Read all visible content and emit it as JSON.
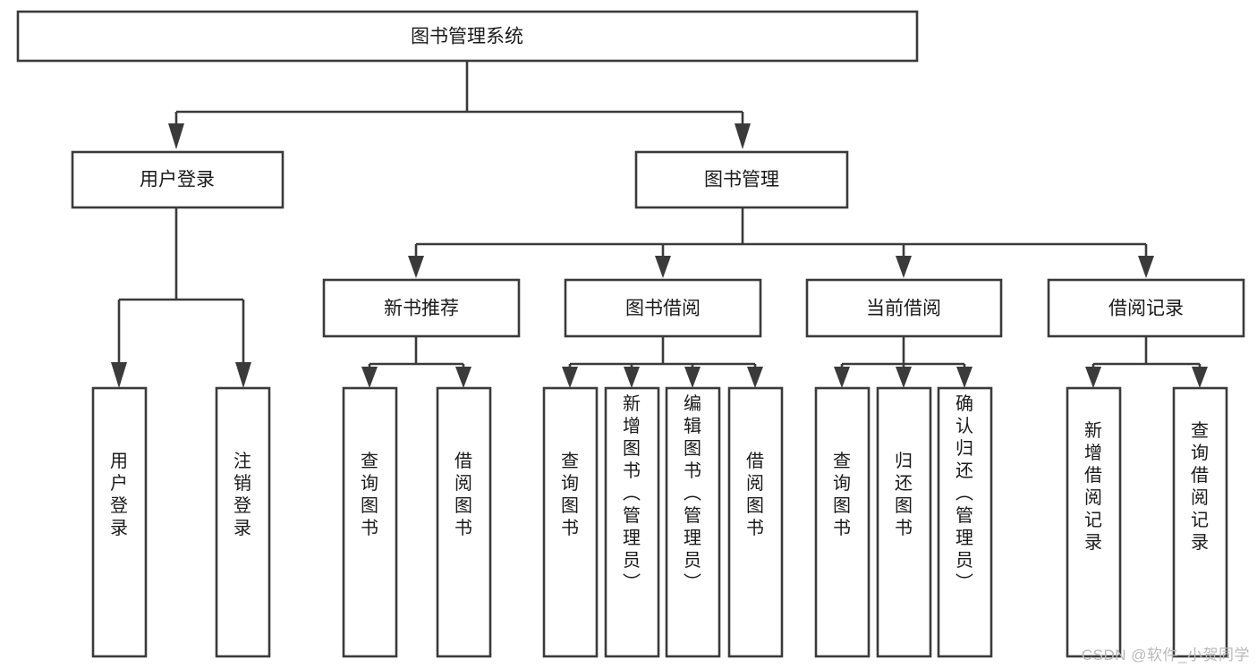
{
  "diagram": {
    "type": "tree",
    "title": "图书管理系统",
    "watermark": "CSDN @软件_小贺同学",
    "colors": {
      "stroke": "#3a3a3a",
      "fill": "#ffffff",
      "text": "#1a1a1a",
      "watermark": "#b9b9b9",
      "background": "#ffffff"
    },
    "levels": {
      "root": "图书管理系统",
      "level2": [
        "用户登录",
        "图书管理"
      ],
      "level3": [
        "新书推荐",
        "图书借阅",
        "当前借阅",
        "借阅记录"
      ]
    },
    "nodes": {
      "root": {
        "label": "图书管理系统",
        "orientation": "horizontal"
      },
      "user_login": {
        "label": "用户登录",
        "orientation": "horizontal"
      },
      "book_mgmt": {
        "label": "图书管理",
        "orientation": "horizontal"
      },
      "new_book_rec": {
        "label": "新书推荐",
        "orientation": "horizontal"
      },
      "book_borrow": {
        "label": "图书借阅",
        "orientation": "horizontal"
      },
      "current_borrow": {
        "label": "当前借阅",
        "orientation": "horizontal"
      },
      "borrow_record": {
        "label": "借阅记录",
        "orientation": "horizontal"
      },
      "leaf_user_login": {
        "label": "用户登录",
        "orientation": "vertical"
      },
      "leaf_logout": {
        "label": "注销登录",
        "orientation": "vertical"
      },
      "leaf_query_book_1": {
        "label": "查询图书",
        "orientation": "vertical"
      },
      "leaf_borrow_book_1": {
        "label": "借阅图书",
        "orientation": "vertical"
      },
      "leaf_query_book_2": {
        "label": "查询图书",
        "orientation": "vertical"
      },
      "leaf_add_book": {
        "label": "新增图书（管理员）",
        "orientation": "vertical"
      },
      "leaf_edit_book": {
        "label": "编辑图书（管理员）",
        "orientation": "vertical"
      },
      "leaf_borrow_book_2": {
        "label": "借阅图书",
        "orientation": "vertical"
      },
      "leaf_query_book_3": {
        "label": "查询图书",
        "orientation": "vertical"
      },
      "leaf_return_book": {
        "label": "归还图书",
        "orientation": "vertical"
      },
      "leaf_confirm_return": {
        "label": "确认归还（管理员）",
        "orientation": "vertical"
      },
      "leaf_add_record": {
        "label": "新增借阅记录",
        "orientation": "vertical"
      },
      "leaf_query_record": {
        "label": "查询借阅记录",
        "orientation": "vertical"
      }
    },
    "edges": [
      {
        "from": "root",
        "to": "user_login"
      },
      {
        "from": "root",
        "to": "book_mgmt"
      },
      {
        "from": "user_login",
        "to": "leaf_user_login"
      },
      {
        "from": "user_login",
        "to": "leaf_logout"
      },
      {
        "from": "book_mgmt",
        "to": "new_book_rec"
      },
      {
        "from": "book_mgmt",
        "to": "book_borrow"
      },
      {
        "from": "book_mgmt",
        "to": "current_borrow"
      },
      {
        "from": "book_mgmt",
        "to": "borrow_record"
      },
      {
        "from": "new_book_rec",
        "to": "leaf_query_book_1"
      },
      {
        "from": "new_book_rec",
        "to": "leaf_borrow_book_1"
      },
      {
        "from": "book_borrow",
        "to": "leaf_query_book_2"
      },
      {
        "from": "book_borrow",
        "to": "leaf_add_book"
      },
      {
        "from": "book_borrow",
        "to": "leaf_edit_book"
      },
      {
        "from": "book_borrow",
        "to": "leaf_borrow_book_2"
      },
      {
        "from": "current_borrow",
        "to": "leaf_query_book_3"
      },
      {
        "from": "current_borrow",
        "to": "leaf_return_book"
      },
      {
        "from": "current_borrow",
        "to": "leaf_confirm_return"
      },
      {
        "from": "borrow_record",
        "to": "leaf_add_record"
      },
      {
        "from": "borrow_record",
        "to": "leaf_query_record"
      }
    ]
  }
}
